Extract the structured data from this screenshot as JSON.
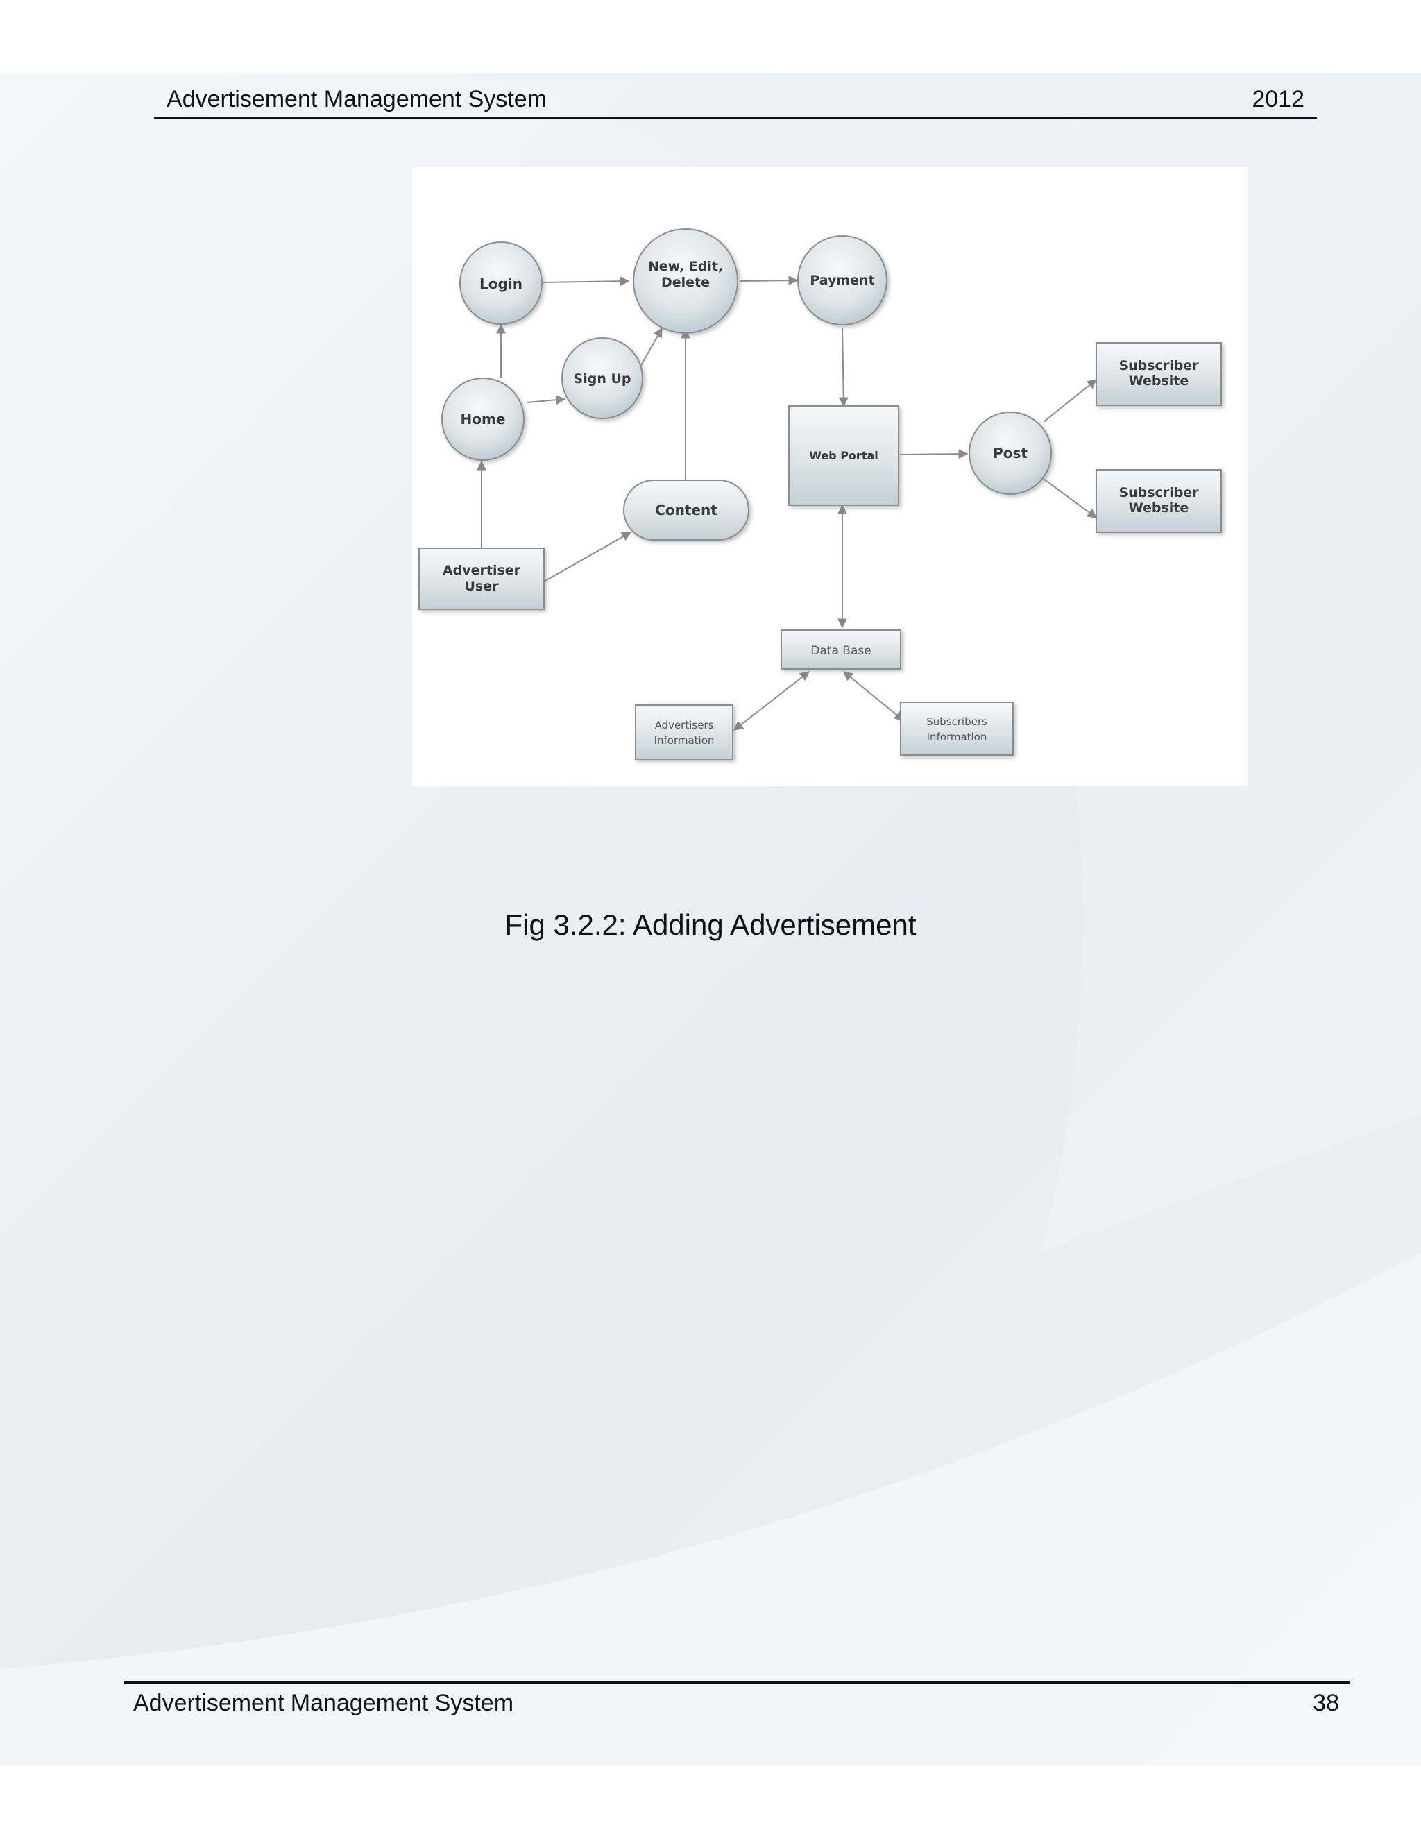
{
  "header": {
    "title": "Advertisement Management System",
    "year": "2012"
  },
  "diagram": {
    "nodes": {
      "login": "Login",
      "new_edit_delete_1": "New, Edit,",
      "new_edit_delete_2": "Delete",
      "payment": "Payment",
      "sign_up": "Sign Up",
      "home": "Home",
      "content": "Content",
      "advertiser_user_1": "Advertiser",
      "advertiser_user_2": "User",
      "web_portal": "Web Portal",
      "post": "Post",
      "subscriber_website_1_a": "Subscriber",
      "subscriber_website_1_b": "Website",
      "subscriber_website_2_a": "Subscriber",
      "subscriber_website_2_b": "Website",
      "data_base": "Data Base",
      "advertisers_information_1": "Advertisers",
      "advertisers_information_2": "Information",
      "subscribers_information_1": "Subscribers",
      "subscribers_information_2": "Information"
    }
  },
  "caption": "Fig 3.2.2: Adding Advertisement",
  "footer": {
    "title": "Advertisement Management System",
    "page_number": "38"
  }
}
